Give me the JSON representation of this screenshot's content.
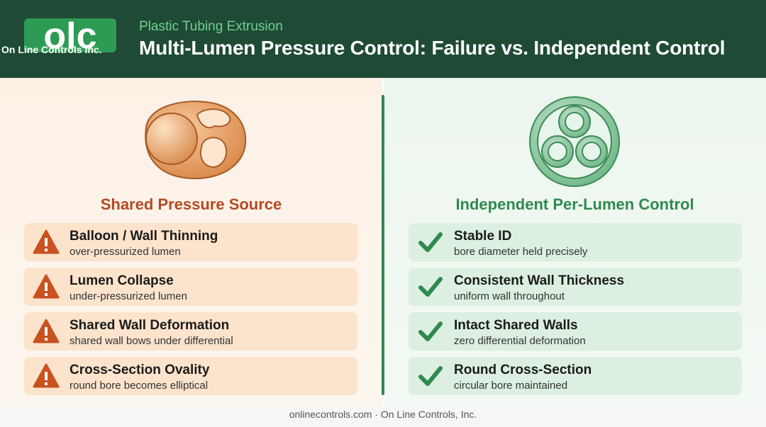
{
  "header": {
    "logo_letters": "olc",
    "logo_text": "On Line Controls Inc.",
    "kicker": "Plastic Tubing Extrusion",
    "title": "Multi-Lumen Pressure Control: Failure vs. Independent Control"
  },
  "left": {
    "heading": "Shared Pressure Source",
    "icon": "warning-icon",
    "items": [
      {
        "title": "Balloon / Wall Thinning",
        "sub": "over-pressurized lumen"
      },
      {
        "title": "Lumen Collapse",
        "sub": "under-pressurized lumen"
      },
      {
        "title": "Shared Wall Deformation",
        "sub": "shared wall bows under differential"
      },
      {
        "title": "Cross-Section Ovality",
        "sub": "round bore becomes elliptical"
      }
    ]
  },
  "right": {
    "heading": "Independent Per-Lumen Control",
    "icon": "checkmark-icon",
    "items": [
      {
        "title": "Stable ID",
        "sub": "bore diameter held precisely"
      },
      {
        "title": "Consistent Wall Thickness",
        "sub": "uniform wall throughout"
      },
      {
        "title": "Intact Shared Walls",
        "sub": "zero differential deformation"
      },
      {
        "title": "Round Cross-Section",
        "sub": "circular bore maintained"
      }
    ]
  },
  "footer": {
    "text": "onlinecontrols.com · On Line Controls, Inc."
  },
  "colors": {
    "header_bg": "#1f4a36",
    "left_accent": "#b5491f",
    "right_accent": "#2e8a4e",
    "warning_fill": "#c9521f",
    "check_fill": "#2e8a4e"
  }
}
